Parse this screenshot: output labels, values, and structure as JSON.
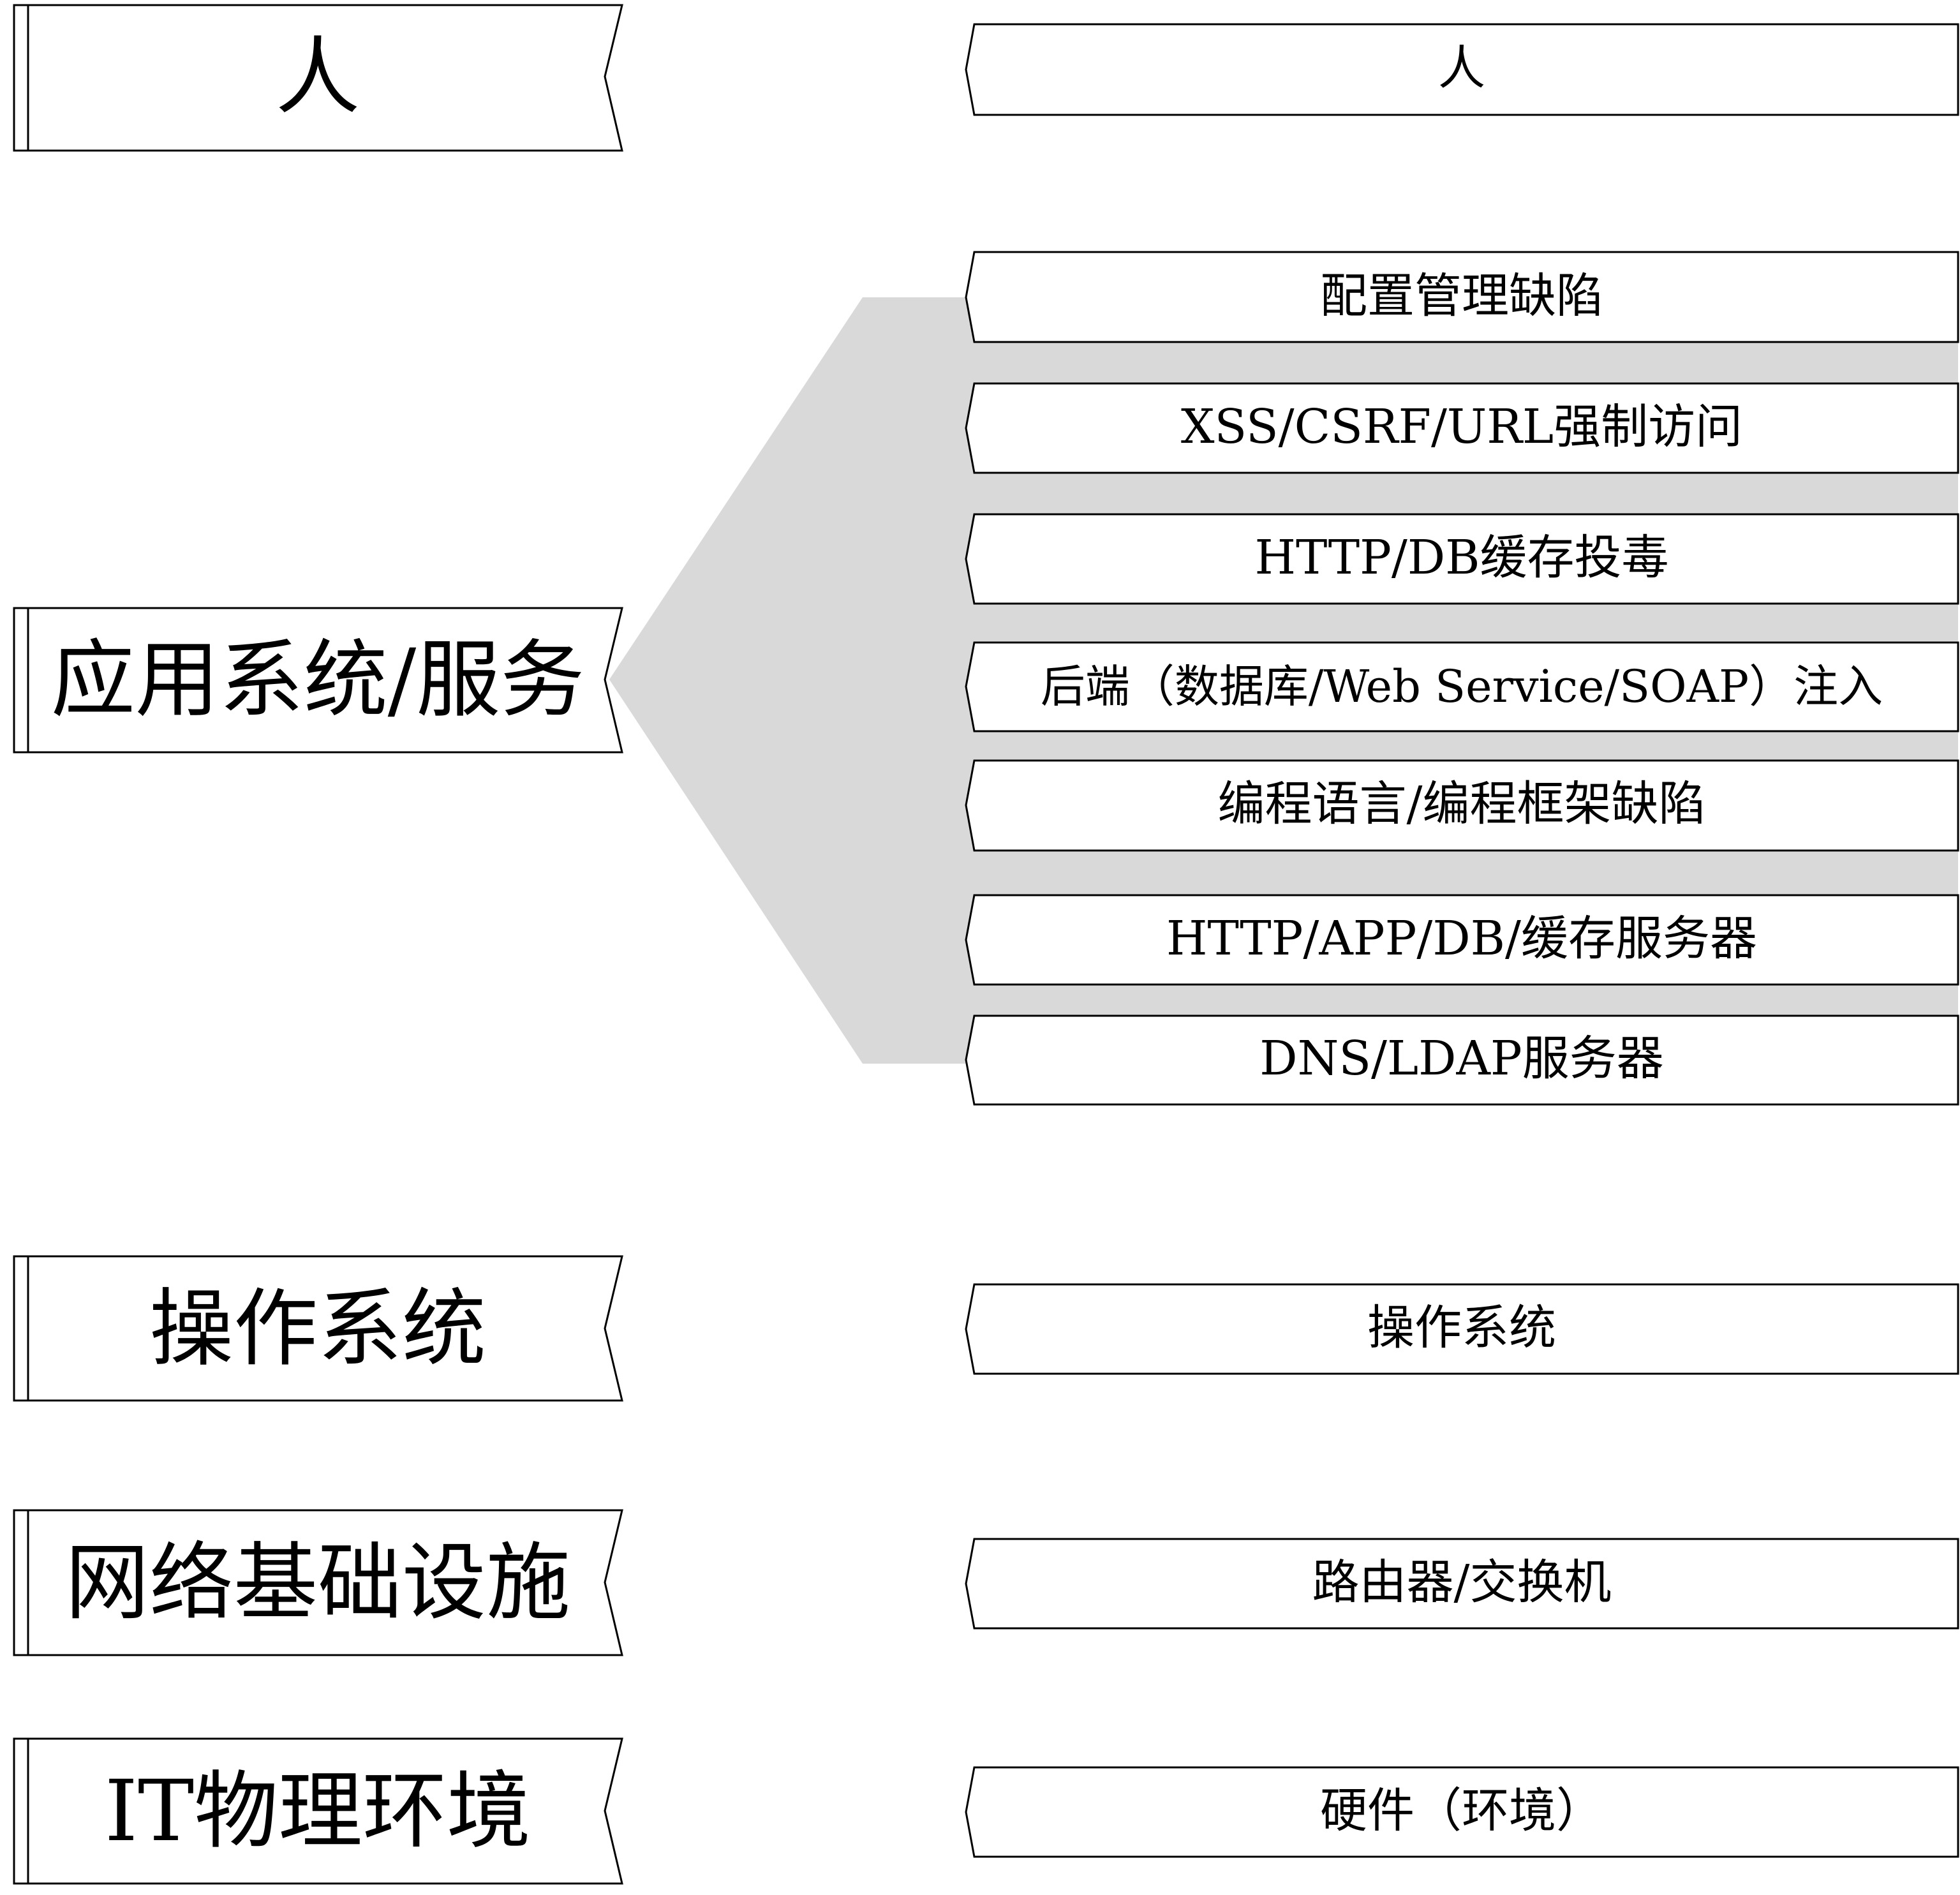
{
  "colors": {
    "stroke": "#000000",
    "fill": "#ffffff",
    "connector": "#d9d9d9",
    "text": "#000000"
  },
  "layers": [
    {
      "id": "person",
      "label": "人"
    },
    {
      "id": "app",
      "label": "应用系统/服务"
    },
    {
      "id": "os",
      "label": "操作系统"
    },
    {
      "id": "network",
      "label": "网络基础设施"
    },
    {
      "id": "physical",
      "label": "IT物理环境"
    }
  ],
  "items": {
    "person": "人",
    "config_defect": "配置管理缺陷",
    "xss_csrf": "XSS/CSRF/URL强制访问",
    "cache_poison": "HTTP/DB缓存投毒",
    "backend_injection": "后端（数据库/Web Service/SOAP）注入",
    "lang_framework": "编程语言/编程框架缺陷",
    "servers": "HTTP/APP/DB/缓存服务器",
    "dns_ldap": "DNS/LDAP服务器",
    "os": "操作系统",
    "router_switch": "路由器/交换机",
    "hardware": "硬件（环境）"
  }
}
